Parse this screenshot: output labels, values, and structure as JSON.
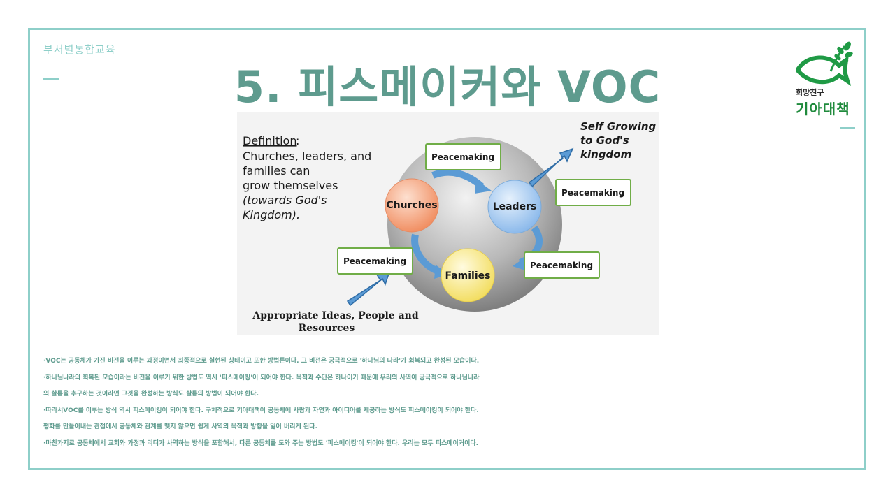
{
  "header": {
    "department": "부서별통합교육",
    "title": "5. 피스메이커와 VOC"
  },
  "logo": {
    "icon": "fish-sprout-icon",
    "small_text": "희망친구",
    "big_text": "기아대책"
  },
  "diagram": {
    "definition_heading": "Definition",
    "definition_colon": ":",
    "definition_lines": [
      "Churches, leaders, and",
      "families can",
      "grow themselves"
    ],
    "definition_italic_lines": [
      "(towards God's",
      "Kingdom)."
    ],
    "self_growing_lines": [
      "Self Growing",
      "to God's",
      "kingdom"
    ],
    "nodes": {
      "churches": "Churches",
      "leaders": "Leaders",
      "families": "Families"
    },
    "peacemaking_boxes": [
      "Peacemaking",
      "Peacemaking",
      "Peacemaking",
      "Peacemaking"
    ],
    "resources_lines": [
      "Appropriate Ideas, People and",
      "Resources"
    ],
    "colors": {
      "churches": "#f4a07a",
      "leaders": "#a9cdf2",
      "families": "#f9ea86",
      "arrow": "#5b9bd5",
      "box_border": "#70ad47"
    }
  },
  "body": {
    "paragraphs": [
      "·VOC는 공동체가 가진 비전을 이루는 과정이면서 최종적으로 실현된 상태이고 또한 방법론이다. 그 비전은 궁극적으로 '하나님의 나라'가 회복되고 완성된 모습이다.",
      "·하나님나라의 회복된 모습이라는 비전을 이루기 위한 방법도 역시 '피스메이킹'이 되어야 한다. 목적과 수단은 하나이기 때문에 우리의 사역이 궁극적으로 하나님나라",
      "의 샬롬을 추구하는 것이라면 그것을 완성하는 방식도 샬롬의 방법이 되어야 한다.",
      "·따라서VOC를 이루는 방식 역시 피스메이킹이 되어야 한다. 구체적으로 기아대책이 공동체에 사람과 자연과 아이디어를 제공하는 방식도 피스메이킹이 되어야 한다.",
      "평화를 만들어내는 관점에서 공동체와 관계를 맺지 않으면 쉽게 사역의 목적과 방향을 잃어 버리게 된다.",
      "·마찬가지로 공동체에서 교회와 가정과 리더가 사역하는 방식을 포함해서, 다른 공동체를 도와 주는 방법도 '피스메이킹'이 되어야 한다. 우리는 모두 피스메이커이다."
    ]
  }
}
